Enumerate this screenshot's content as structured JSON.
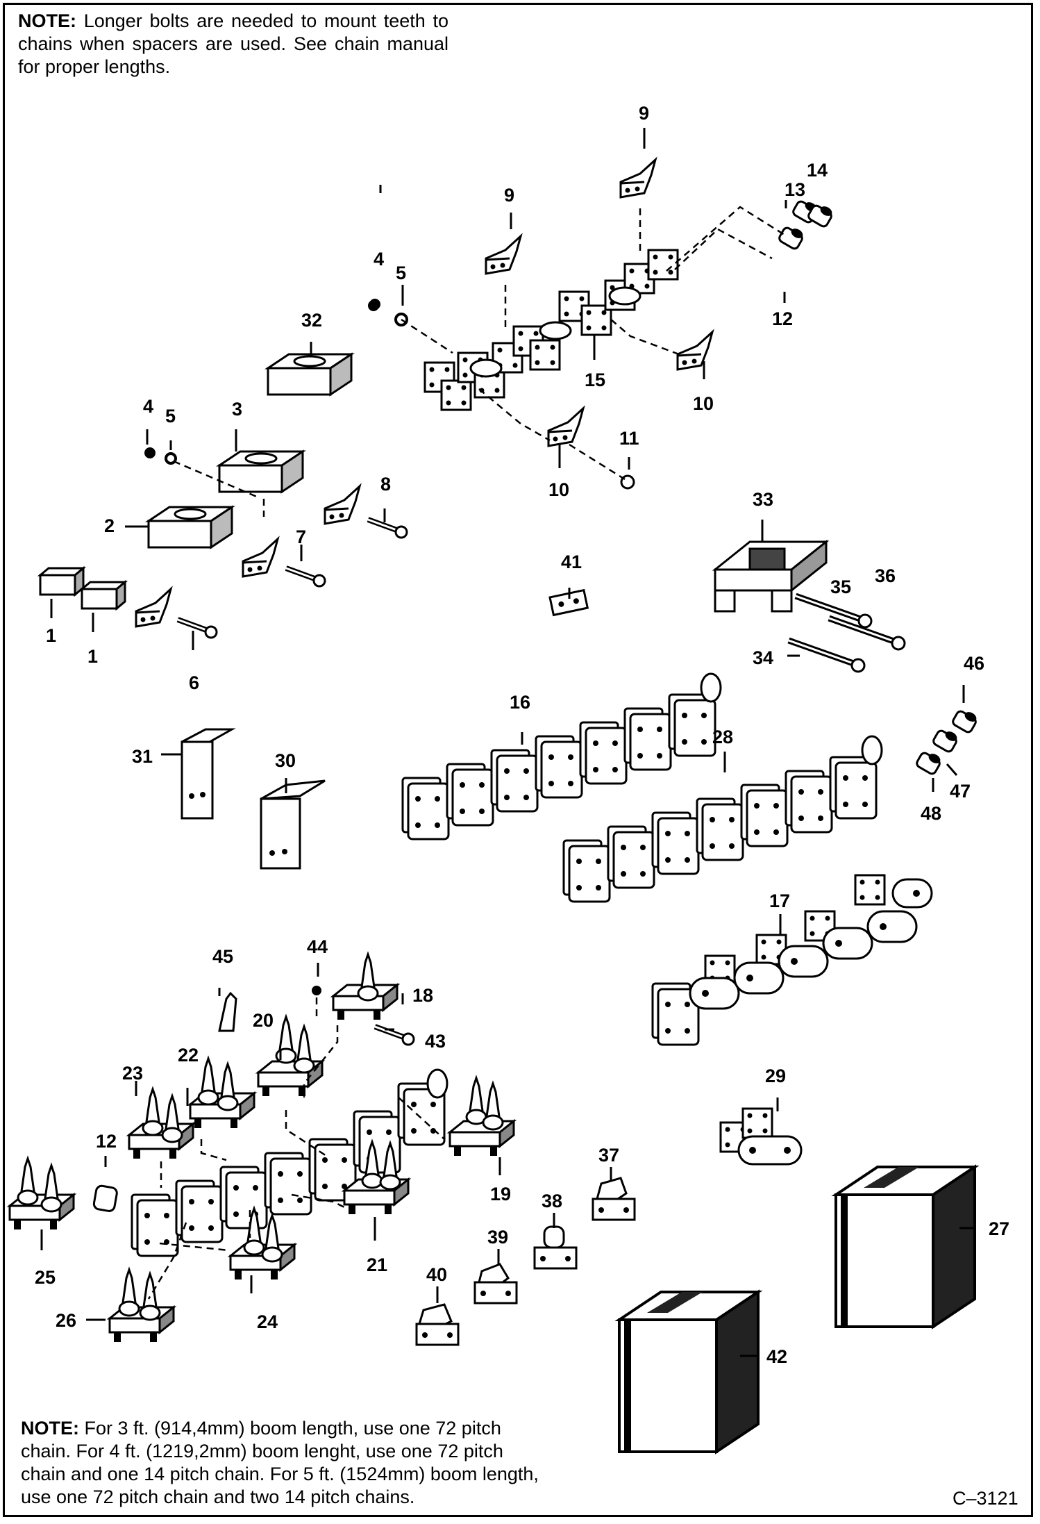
{
  "notes": {
    "top_label": "NOTE:",
    "top_text": "Longer bolts are needed to mount teeth to chains when spacers are used.  See chain manual for proper lengths.",
    "bottom_label": "NOTE:",
    "bottom_text": "For 3 ft. (914,4mm) boom length, use one 72 pitch chain. For 4 ft. (1219,2mm) boom lenght, use one 72 pitch chain and one 14 pitch chain.  For 5 ft. (1524mm) boom length, use one 72 pitch chain and two 14 pitch chains."
  },
  "figure_code": "C–3121",
  "callouts": {
    "c1a": "1",
    "c1b": "1",
    "c2": "2",
    "c3": "3",
    "c4a": "4",
    "c4b": "4",
    "c5a": "5",
    "c5b": "5",
    "c6": "6",
    "c7": "7",
    "c8": "8",
    "c9a": "9",
    "c9b": "9",
    "c10a": "10",
    "c10b": "10",
    "c11": "11",
    "c12a": "12",
    "c12b": "12",
    "c13": "13",
    "c14": "14",
    "c15": "15",
    "c16": "16",
    "c17": "17",
    "c18": "18",
    "c19": "19",
    "c20": "20",
    "c21": "21",
    "c22": "22",
    "c23": "23",
    "c24": "24",
    "c25": "25",
    "c26": "26",
    "c27": "27",
    "c28": "28",
    "c29": "29",
    "c30": "30",
    "c31": "31",
    "c32": "32",
    "c33": "33",
    "c34": "34",
    "c35": "35",
    "c36": "36",
    "c37": "37",
    "c38": "38",
    "c39": "39",
    "c40": "40",
    "c41": "41",
    "c42": "42",
    "c43": "43",
    "c44": "44",
    "c45": "45",
    "c46": "46",
    "c47": "47",
    "c48": "48"
  }
}
